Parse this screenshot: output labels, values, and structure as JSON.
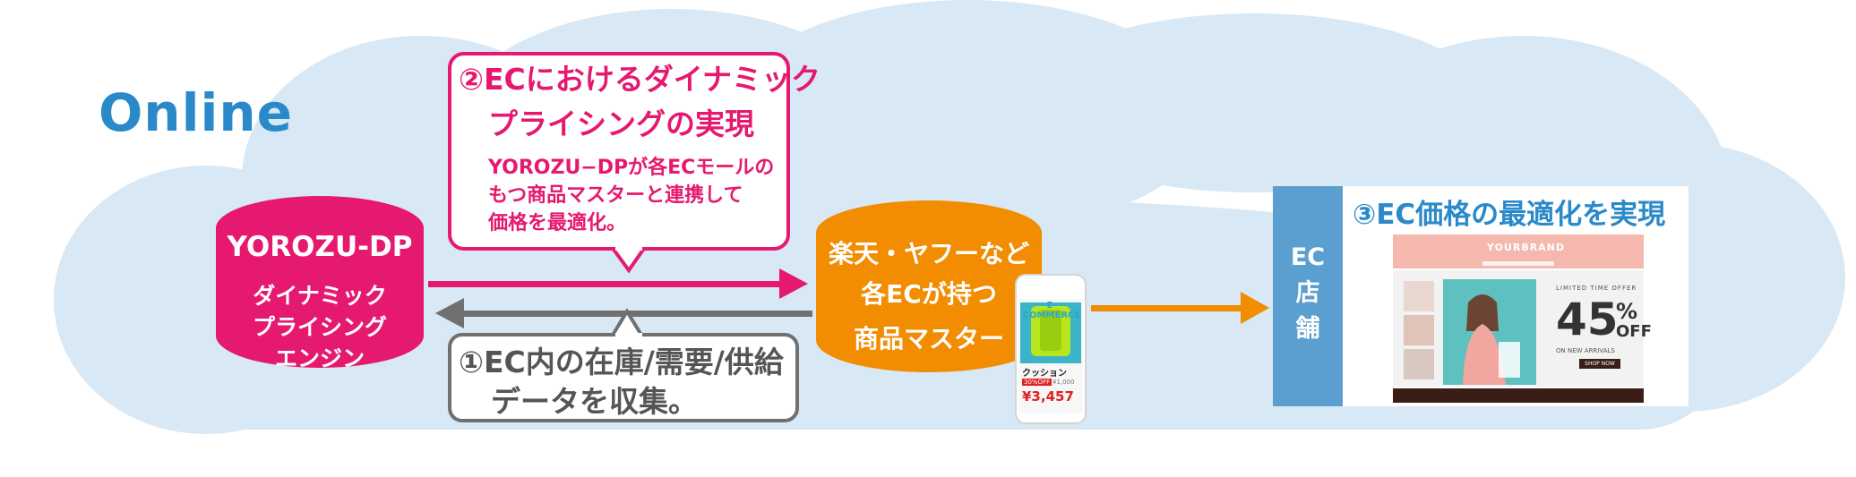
{
  "heading": "Online",
  "engine": {
    "title": "YOROZU-DP",
    "lines": [
      "ダイナミック",
      "プライシング",
      "エンジン"
    ]
  },
  "master": {
    "lines": [
      "楽天・ヤフーなど",
      "各ECが持つ",
      "商品マスター"
    ]
  },
  "callout_pricing": {
    "title_line1": "②ECにおけるダイナミック",
    "title_line2": "プライシングの実現",
    "desc_lines": [
      "YOROZU−DPが各ECモールの",
      "もつ商品マスターと連携して",
      "価格を最適化。"
    ]
  },
  "callout_collect": {
    "line1": "①EC内の在庫/需要/供給",
    "line2": "データを収集。"
  },
  "phone": {
    "header": "E-COMMERCE",
    "product": "クッション",
    "badge": "30%OFF",
    "old_price": "¥1,000",
    "price": "¥3,457"
  },
  "store": {
    "bar_lines": [
      "EC",
      "店",
      "舗"
    ],
    "title": "③EC価格の最適化を実現",
    "brand": "YOURBRAND",
    "offer_label": "LIMITED TIME OFFER",
    "discount": "45",
    "percent": "%",
    "off": "OFF",
    "arrivals": "ON NEW ARRIVALS",
    "shop_button": "SHOP NOW"
  },
  "colors": {
    "pink": "#e5196f",
    "orange": "#f28c00",
    "blue": "#2a8ac9",
    "gray": "#707070",
    "cloud": "#d8e8f4"
  }
}
